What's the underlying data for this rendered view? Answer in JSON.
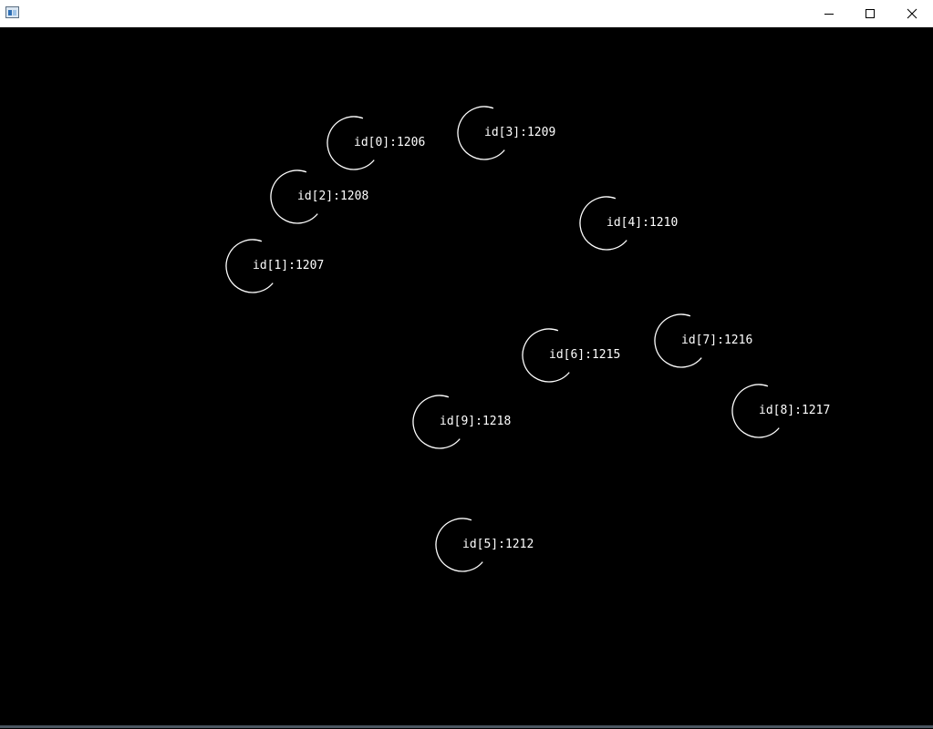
{
  "window": {
    "title": "",
    "controls": {
      "minimize_icon": "minimize-icon",
      "maximize_icon": "maximize-icon",
      "close_icon": "close-icon"
    }
  },
  "canvas": {
    "background": "#000000",
    "stroke_color": "#ffffff",
    "nodes": [
      {
        "label": "id[0]:1206"
      },
      {
        "label": "id[3]:1209"
      },
      {
        "label": "id[2]:1208"
      },
      {
        "label": "id[4]:1210"
      },
      {
        "label": "id[1]:1207"
      },
      {
        "label": "id[7]:1216"
      },
      {
        "label": "id[6]:1215"
      },
      {
        "label": "id[8]:1217"
      },
      {
        "label": "id[9]:1218"
      },
      {
        "label": "id[5]:1212"
      }
    ]
  }
}
